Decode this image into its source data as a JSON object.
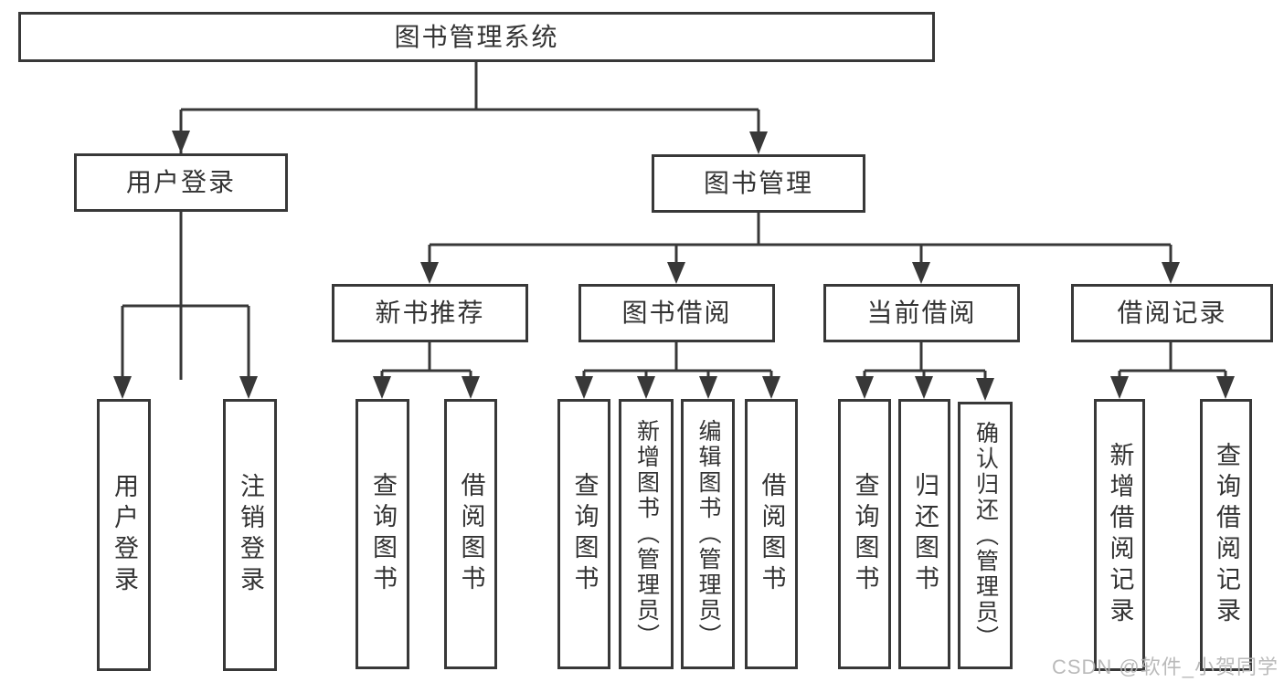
{
  "diagram": {
    "title": "图书管理系统",
    "branches": [
      {
        "label": "用户登录",
        "children": [
          {
            "label": "用户登录"
          },
          {
            "label": "注销登录"
          }
        ]
      },
      {
        "label": "图书管理",
        "children": [
          {
            "label": "新书推荐",
            "children": [
              {
                "label": "查询图书"
              },
              {
                "label": "借阅图书"
              }
            ]
          },
          {
            "label": "图书借阅",
            "children": [
              {
                "label": "查询图书"
              },
              {
                "label": "新增图书（管理员）"
              },
              {
                "label": "编辑图书（管理员）"
              },
              {
                "label": "借阅图书"
              }
            ]
          },
          {
            "label": "当前借阅",
            "children": [
              {
                "label": "查询图书"
              },
              {
                "label": "归还图书"
              },
              {
                "label": "确认归还（管理员）"
              }
            ]
          },
          {
            "label": "借阅记录",
            "children": [
              {
                "label": "新增借阅记录"
              },
              {
                "label": "查询借阅记录"
              }
            ]
          }
        ]
      }
    ]
  },
  "watermark": {
    "text": "CSDN @软件_小贺同学",
    "color": "#b5b5b5"
  },
  "colors": {
    "line": "#383838",
    "text": "#333333",
    "background": "#ffffff"
  }
}
